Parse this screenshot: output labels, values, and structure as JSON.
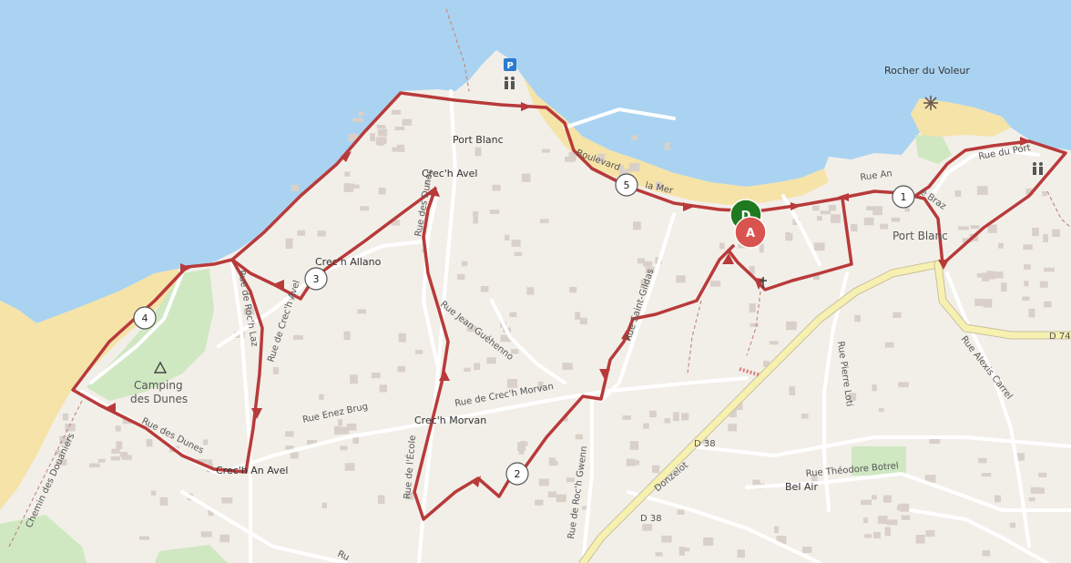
{
  "map": {
    "places": {
      "port_blanc_north": "Port Blanc",
      "crech_avel": "Crec'h Avel",
      "crech_allano": "Crec'h Allano",
      "camping_line1": "Camping",
      "camping_line2": "des Dunes",
      "crech_morvan": "Crec'h Morvan",
      "crech_an_avel": "Crec'h An Avel",
      "port_blanc_east": "Port Blanc",
      "rocher_du_voleur": "Rocher du Voleur",
      "bel_air": "Bel Air"
    },
    "streets": {
      "boulevard_mer_a": "Boulevard",
      "boulevard_mer_b": "la Mer",
      "rue_an_a": "Rue An",
      "rue_an_b": "e Braz",
      "rue_du_port": "Rue du Port",
      "rue_roch_laz": "Rue de Roc'h Laz",
      "rue_crech_avel": "Rue de Crec'h Avel",
      "rue_des_dunes_top": "Rue des Dunes",
      "rue_jean_guehenno": "Rue Jean Guéhenno",
      "rue_saint_gildas": "Rue Saint-Gildas",
      "rue_crech_morvan": "Rue de Crec'h Morvan",
      "rue_enez_brug": "Rue Enez Brug",
      "rue_des_dunes": "Rue des Dunes",
      "chemin_douaniers": "Chemin des Douaniers",
      "rue_ecole": "Rue de l'École",
      "rue_roch_gwenn": "Rue de Roc'h Gwenn",
      "rue_pierre_loti": "Rue Pierre Loti",
      "rue_alexis_carrel": "Rue Alexis Carrel",
      "rue_theodore_botrel": "Rue Théodore Botrel",
      "donzelot": "Donzelot",
      "d38_a": "D 38",
      "d38_b": "D 38",
      "d74": "D 74",
      "ru": "Ru"
    },
    "waypoints": [
      "1",
      "2",
      "3",
      "4",
      "5"
    ],
    "markers": {
      "end": "A",
      "start": "D"
    },
    "colors": {
      "sea": "#aad3f1",
      "land": "#f2efe9",
      "beach": "#f5e3a8",
      "route": "#b83a3a",
      "road": "#ffffff",
      "main_road": "#f6f1b0",
      "park": "#cfe8c2",
      "marker_end": "#d9534f",
      "marker_start": "#1f7a1f"
    },
    "icons": [
      "parking-icon",
      "toilets-icon",
      "toilets-icon-east",
      "viewpoint-icon",
      "campsite-icon",
      "church-icon"
    ]
  }
}
